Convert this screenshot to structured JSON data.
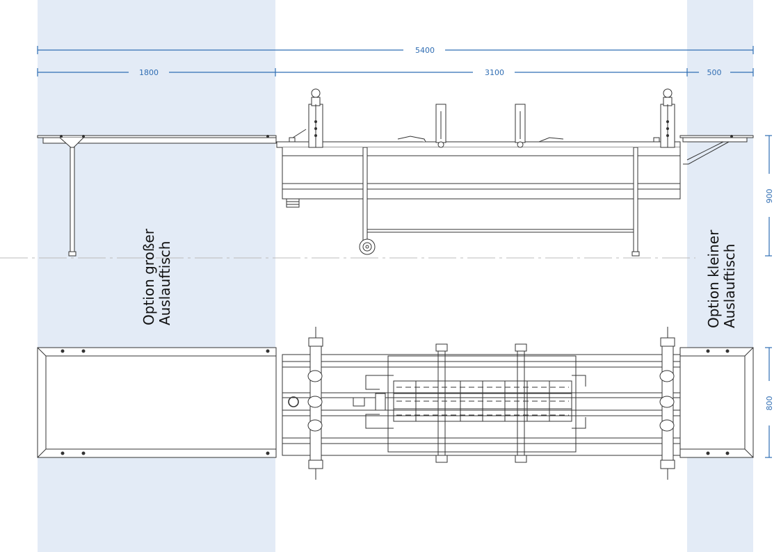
{
  "colors": {
    "band": "#e3ebf6",
    "dimension": "#2f6db3",
    "line": "#333333"
  },
  "dimensions": {
    "total": "5400",
    "left_section": "1800",
    "mid_section": "3100",
    "right_section": "500",
    "height": "900",
    "width": "800"
  },
  "labels": {
    "left_option_line1": "Option großer",
    "left_option_line2": "Auslauftisch",
    "right_option_line1": "Option kleiner",
    "right_option_line2": "Auslauftisch"
  }
}
